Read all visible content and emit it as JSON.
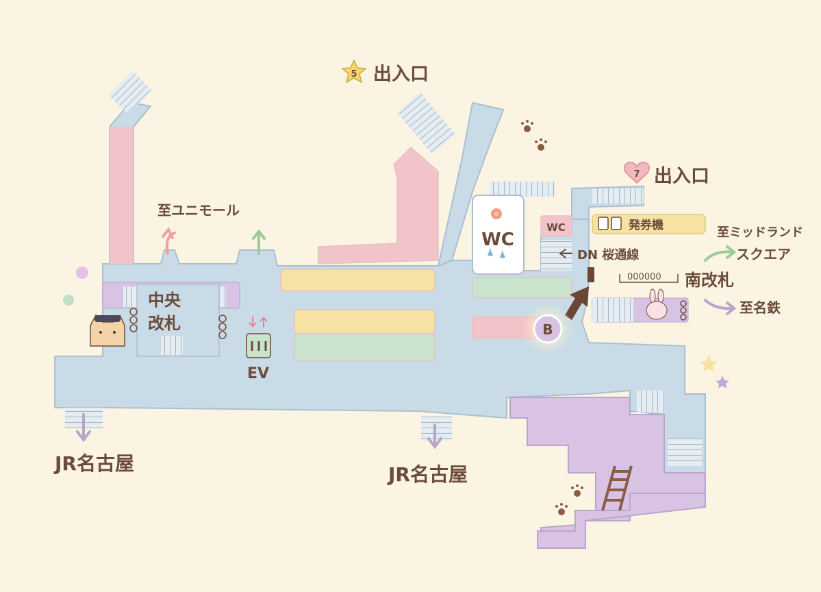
{
  "labels": {
    "exit5_num": "5",
    "exit5_text": "出入口",
    "exit7_num": "7",
    "exit7_text": "出入口",
    "to_unimall": "至ユニモール",
    "central_gate_line1": "中央",
    "central_gate_line2": "改札",
    "ev": "EV",
    "wc_main": "WC",
    "wc_small": "WC",
    "ticket_machine": "発券機",
    "dn_sakura": "DN 桜通線",
    "gate_counter": "000000",
    "south_gate": "南改札",
    "to_midland_line1": "至ミッドランド",
    "to_midland_line2": "スクエア",
    "to_meitetsu": "至名鉄",
    "jr_left": "JR名古屋",
    "jr_center": "JR名古屋",
    "marker_b": "B"
  },
  "colors": {
    "background": "#fbf4e3",
    "corridor": "#c9dbe6",
    "pink": "#f2c4c9",
    "yellow": "#f6e3a4",
    "green": "#c9e3cc",
    "purple": "#d8c3e4",
    "text_brown": "#6b4b3a",
    "arrow_brown": "#6b4536"
  },
  "icons": {
    "marker": "current-location-b-marker",
    "direction": "direction-arrow",
    "mascot": "station-master-cat-icon"
  }
}
